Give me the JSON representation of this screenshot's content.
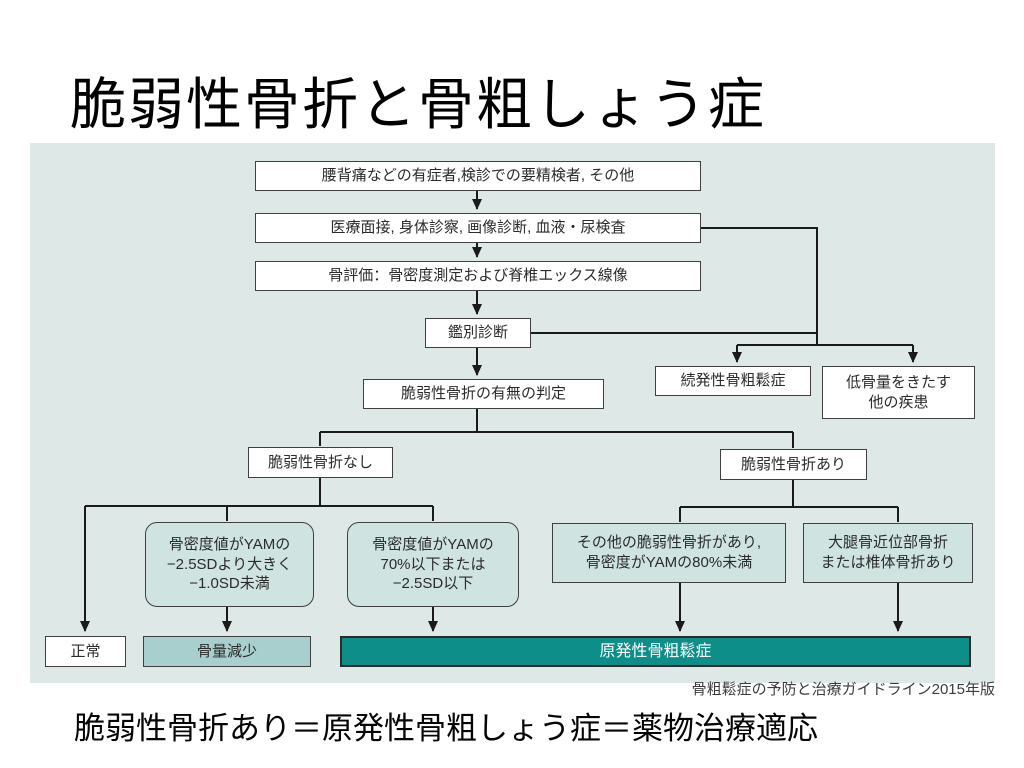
{
  "slide": {
    "title": "脆弱性骨折と骨粗しょう症",
    "source": "骨粗鬆症の予防と治療ガイドライン2015年版",
    "conclusion": "脆弱性骨折あり＝原発性骨粗しょう症＝薬物治療適応"
  },
  "colors": {
    "panel_bg": "#dee9e7",
    "node_border": "#3f3f3f",
    "teal_light": "#cfe3e1",
    "teal_mid": "#a8cfcd",
    "teal_dark": "#0e8e88",
    "connector_line": "#1a1a1a"
  },
  "flowchart": {
    "nodes": {
      "screening": "腰背痛などの有症者,検診での要精検者, その他",
      "workup": "医療面接, 身体診察, 画像診断, 血液・尿検査",
      "bone_eval": "骨評価：骨密度測定および脊椎エックス線像",
      "differential": "鑑別診断",
      "fracture_judgement": "脆弱性骨折の有無の判定",
      "secondary_osteoporosis": "続発性骨粗鬆症",
      "low_bone_mass_other": "低骨量をきたす\n他の疾患",
      "fracture_none": "脆弱性骨折なし",
      "fracture_present": "脆弱性骨折あり",
      "bmd_between": "骨密度値がYAMの\n−2.5SDより大きく\n−1.0SD未満",
      "bmd_low": "骨密度値がYAMの\n70%以下または\n−2.5SD以下",
      "other_fragility_fracture": "その他の脆弱性骨折があり,\n骨密度がYAMの80%未満",
      "hip_vertebral_fracture": "大腿骨近位部骨折\nまたは椎体骨折あり",
      "normal": "正常",
      "osteopenia": "骨量減少",
      "primary_osteoporosis": "原発性骨粗鬆症"
    }
  }
}
